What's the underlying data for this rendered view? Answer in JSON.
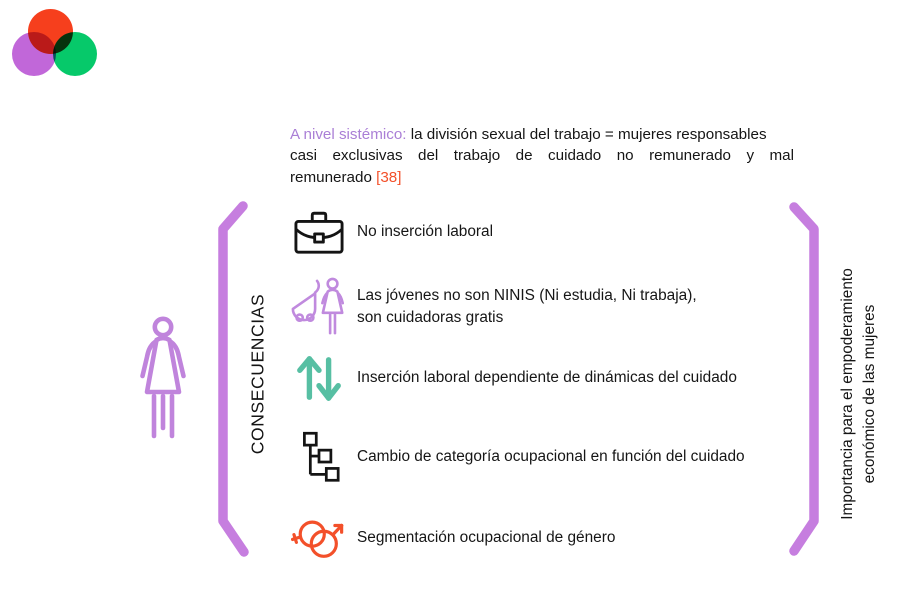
{
  "logo": {
    "name": "three-overlapping-circles-logo",
    "colors": {
      "red": "#f63f1d",
      "purple": "#c167d9",
      "green": "#06c96a"
    }
  },
  "header": {
    "line1_highlight": "A nivel sistémico:",
    "line1_rest": " la división sexual del trabajo = mujeres responsables",
    "line2": "casi exclusivas del trabajo de cuidado no remunerado y mal",
    "line3_prefix": "remunerado ",
    "citation": "[38]",
    "highlight_color": "#aa7fd6",
    "citation_color": "#f3502a"
  },
  "left_label": {
    "text": "CONSECUENCIAS"
  },
  "right_label": {
    "line1": "Importancia para el empoderamiento",
    "line2": "económico de las mujeres"
  },
  "bracket_color": "#c67edf",
  "figure": {
    "name": "woman-outline-figure",
    "color": "#c084dc"
  },
  "items": [
    {
      "icon": "briefcase-icon",
      "color": "#141414",
      "text": "No inserción laboral"
    },
    {
      "icon": "stroller-and-woman-icon",
      "color": "#c08ade",
      "text": "Las jóvenes no son NINIS (Ni estudia, Ni trabaja),\nson cuidadoras gratis"
    },
    {
      "icon": "up-down-arrows-icon",
      "color": "#57bfa3",
      "text": "Inserción laboral dependiente de dinámicas del cuidado"
    },
    {
      "icon": "org-chart-icon",
      "color": "#141414",
      "text": "Cambio de categoría ocupacional en función del cuidado"
    },
    {
      "icon": "gender-symbols-icon",
      "color": "#f3502a",
      "text": "Segmentación ocupacional de género"
    }
  ]
}
